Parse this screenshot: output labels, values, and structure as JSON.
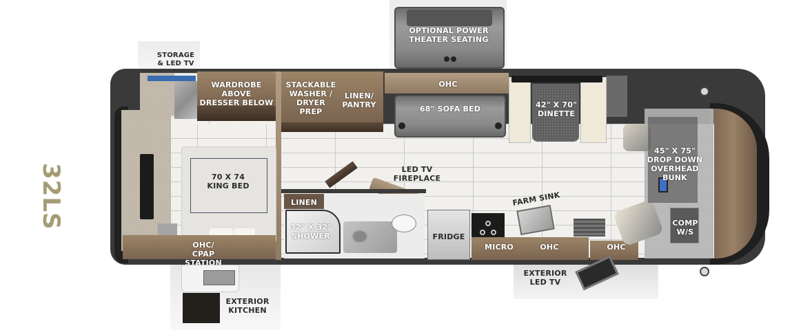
{
  "model": "32LS",
  "colors": {
    "model_text": "#a69c73",
    "label_light": "#ffffff",
    "label_dark": "#2b2b2b",
    "wood": "#8a735a",
    "wall": "#3a3a3a",
    "floor": "#f1f0ed"
  },
  "labels": {
    "storage_tv": "STORAGE\n& LED TV",
    "wardrobe": "WARDROBE ABOVE\nDRESSER BELOW",
    "washer": "STACKABLE\nWASHER /\nDRYER\nPREP",
    "linen_pantry": "LINEN/\nPANTRY",
    "theater_seating": "OPTIONAL POWER\nTHEATER SEATING",
    "ohc_top": "OHC",
    "sofa_bed": "68\" SOFA BED",
    "dinette": "42\" X 70\"\nDINETTE",
    "bunk": "45\" X 75\"\nDROP DOWN\nOVERHEAD BUNK",
    "king_bed": "70 X 74\nKING BED",
    "led_tv_fireplace": "LED TV\nFIREPLACE",
    "linen": "LINEN",
    "shower": "32\" X 32\"\nSHOWER",
    "fridge": "FRIDGE",
    "farm_sink": "FARM SINK",
    "micro": "MICRO",
    "ohc_kitchen": "OHC",
    "ohc_front": "OHC",
    "comp_ws": "COMP\nW/S",
    "ohc_cpap": "OHC/\nCPAP STATION",
    "exterior_kitchen": "EXTERIOR\nKITCHEN",
    "exterior_tv": "EXTERIOR\nLED TV"
  }
}
